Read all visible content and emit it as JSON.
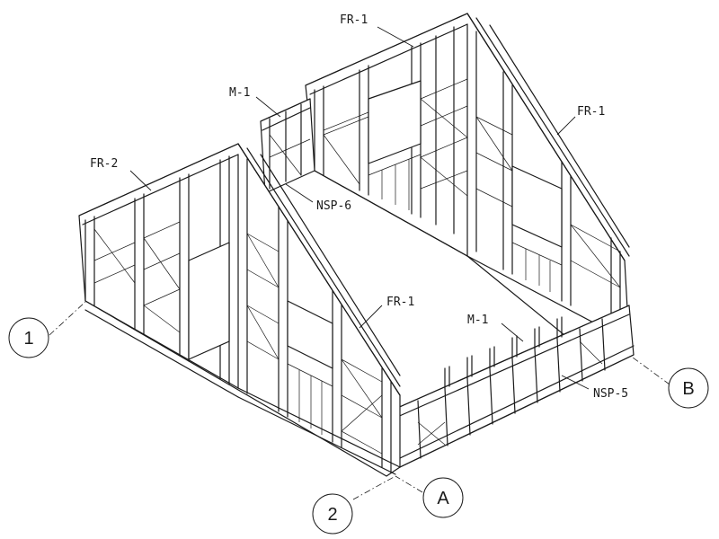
{
  "labels": {
    "fr1_top": "FR-1",
    "fr1_right": "FR-1",
    "fr1_front": "FR-1",
    "fr2": "FR-2",
    "m1_back": "M-1",
    "m1_front": "M-1",
    "nsp6": "NSP-6",
    "nsp5": "NSP-5"
  },
  "grid": {
    "g1": "1",
    "g2": "2",
    "gA": "A",
    "gB": "B"
  }
}
